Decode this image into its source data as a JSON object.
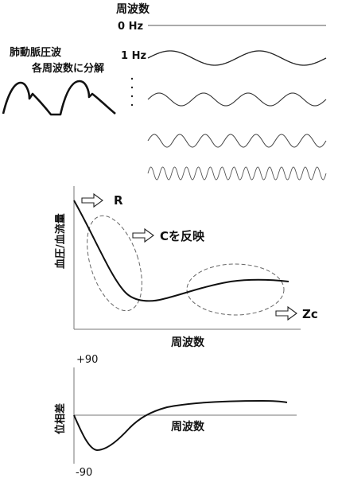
{
  "top": {
    "frequency_header": "周波数",
    "zero_hz": "0 Hz",
    "one_hz": "1 Hz",
    "pulse_wave_label": "肺動脈圧波",
    "decompose_label": "各周波数に分解"
  },
  "impedance_plot": {
    "ylabel": "血圧/血流量",
    "xlabel": "周波数",
    "R_label": "R",
    "C_label": "Cを反映",
    "Zc_label": "Zc"
  },
  "phase_plot": {
    "ylabel": "位相差",
    "xlabel": "周波数",
    "ymax_label": "+90",
    "ymin_label": "-90"
  }
}
